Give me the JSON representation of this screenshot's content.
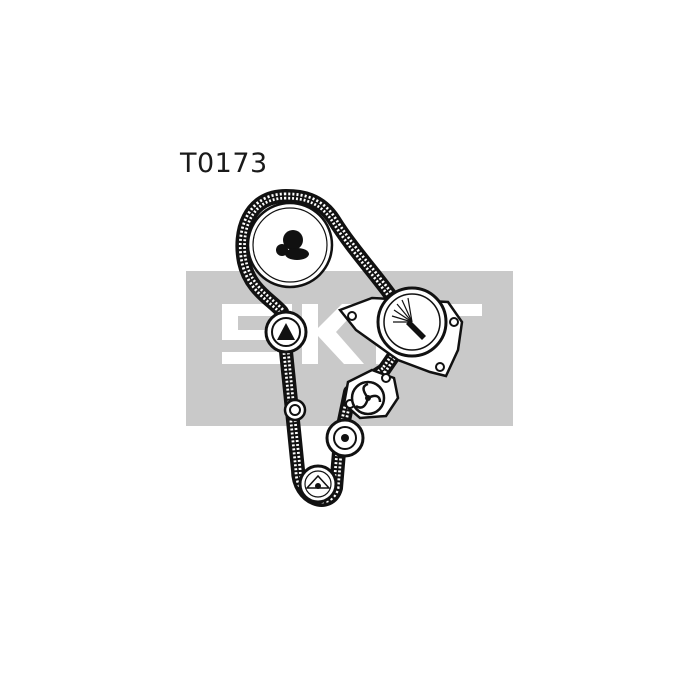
{
  "diagram": {
    "part_code": "T0173",
    "watermark_brand": "SKF",
    "colors": {
      "watermark": "#c9c9c9",
      "line": "#111111",
      "background": "#ffffff"
    },
    "components": [
      "camshaft-sprocket",
      "tensioner-pulley",
      "idler-pulley-small",
      "idler-pulley-lower",
      "water-pump",
      "injection-pump-sprocket",
      "crankshaft-sprocket"
    ]
  }
}
